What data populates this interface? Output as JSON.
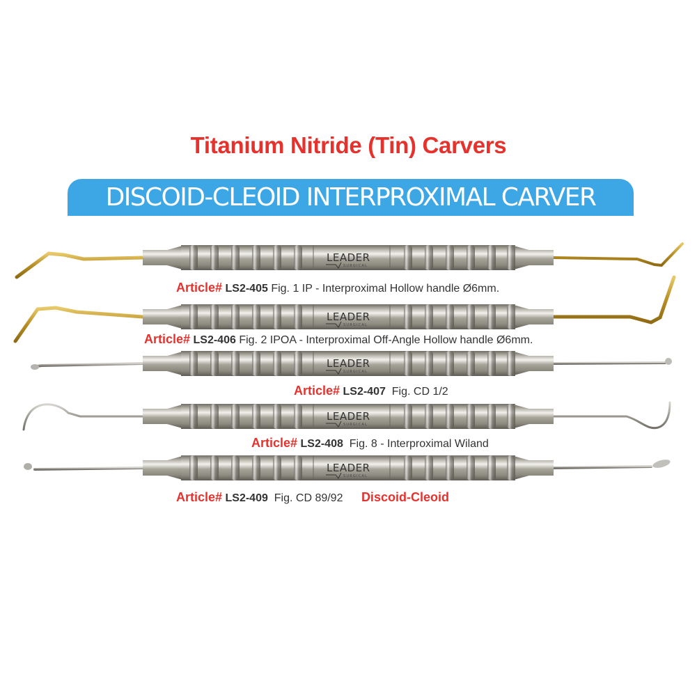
{
  "title": "Titanium Nitride (Tin) Carvers",
  "banner": {
    "text": "DISCOID-CLEOID INTERPROXIMAL CARVER",
    "color": "#3da7e6"
  },
  "colors": {
    "title_red": "#e5322d",
    "gold_tip": "#c9a23a",
    "steel": "#a8a59c",
    "text_dark": "#333333"
  },
  "brand": {
    "name": "LEADER",
    "sub": "SURGICAL"
  },
  "instruments": [
    {
      "article_label": "Article#",
      "code": "LS2-405",
      "description": "Fig. 1 IP - Interproximal Hollow handle Ø6mm.",
      "extra": "",
      "tip_finish": "gold"
    },
    {
      "article_label": "Article#",
      "code": "LS2-406",
      "description": "Fig. 2 IPOA - Interproximal Off-Angle Hollow handle Ø6mm.",
      "extra": "",
      "tip_finish": "gold"
    },
    {
      "article_label": "Article#",
      "code": "LS2-407",
      "description": "Fig. CD 1/2",
      "extra": "",
      "tip_finish": "steel"
    },
    {
      "article_label": "Article#",
      "code": "LS2-408",
      "description": "Fig. 8 - Interproximal Wiland",
      "extra": "",
      "tip_finish": "steel"
    },
    {
      "article_label": "Article#",
      "code": "LS2-409",
      "description": "Fig. CD 89/92",
      "extra": "Discoid-Cleoid",
      "tip_finish": "steel"
    }
  ]
}
